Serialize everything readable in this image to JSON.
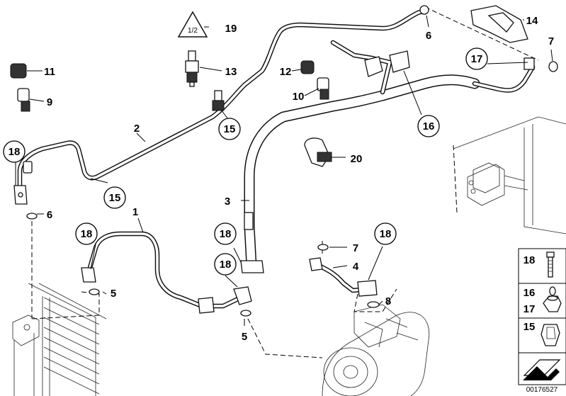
{
  "diagram_id": "00176527",
  "callouts": {
    "n1": "1",
    "n2": "2",
    "n3": "3",
    "n4": "4",
    "n5a": "5",
    "n5b": "5",
    "n6a": "6",
    "n6b": "6",
    "n7a": "7",
    "n7b": "7",
    "n8": "8",
    "n9": "9",
    "n10": "10",
    "n11": "11",
    "n12": "12",
    "n13": "13",
    "n14": "14",
    "n15a": "15",
    "n15b": "15",
    "n16": "16",
    "n17": "17",
    "n18a": "18",
    "n18b": "18",
    "n18c": "18",
    "n18d": "18",
    "n18e": "18",
    "n19": "19",
    "n20": "20"
  },
  "legend": {
    "l18": "18",
    "l16": "16",
    "l17": "17",
    "l15": "15"
  },
  "warning_symbol_text": "1/2"
}
